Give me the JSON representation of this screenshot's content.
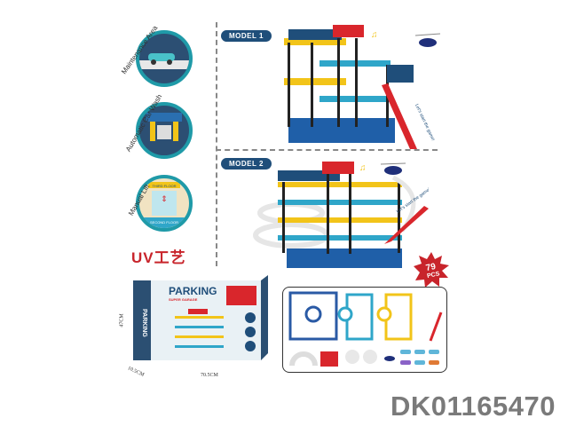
{
  "features": [
    {
      "label": "Maintenance Area"
    },
    {
      "label": "Automatic Car Wash"
    },
    {
      "label": "Manual Lift",
      "sign_top": "THIRD FLOOR",
      "sign_bottom": "SECOND FLOOR"
    }
  ],
  "uv_label": "UV工艺",
  "models": [
    {
      "label": "MODEL 1",
      "slogan": "Let's start the game!"
    },
    {
      "label": "MODEL 2",
      "slogan": "Let's start the game!"
    }
  ],
  "pieces_badge": {
    "count": "79",
    "unit": "PCS"
  },
  "box": {
    "title": "PARKING",
    "subtitle": "SUPER GARAGE",
    "side_text": "PARKING",
    "height_label": "47CM",
    "width_label": "70.5CM",
    "depth_label": "10.5CM"
  },
  "item_code": "DK01165470",
  "colors": {
    "navy": "#1f4e7a",
    "teal": "#2fa6c9",
    "yellow": "#f2c419",
    "red": "#d9262c",
    "code_gray": "#7a7a7a"
  }
}
